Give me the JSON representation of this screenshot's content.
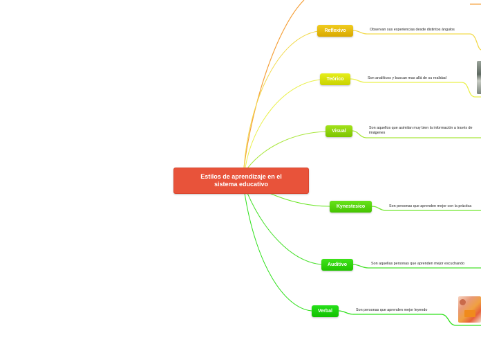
{
  "central": {
    "title": "Estilos de aprendizaje en el sistema educativo",
    "color": "#e8533a"
  },
  "branches": [
    {
      "label": "Reflexivo",
      "color": "#e0b400",
      "line": "#f2d94a",
      "description": "Observan sus experiencias desde distintos ángulos"
    },
    {
      "label": "Teórico",
      "color": "#d7df00",
      "line": "#eaf04a",
      "description": "Son analíticos y buscan mas allá de su realidad"
    },
    {
      "label": "Visual",
      "color": "#8fd400",
      "line": "#a8e63a",
      "description": "Son aquellos que asimilan muy bien la información a través de imágenes"
    },
    {
      "label": "Kynestesico",
      "color": "#55d400",
      "line": "#6ee62a",
      "description": "Son personas que aprenden mejor con la práctica"
    },
    {
      "label": "Auditivo",
      "color": "#2fd400",
      "line": "#46e02a",
      "description": "Son aquellas personas que aprenden mejor escuchando"
    },
    {
      "label": "Verbal",
      "color": "#19d000",
      "line": "#2ee01a",
      "description": "Son personas que aprenden mejor leyendo"
    }
  ],
  "offscreen_branch_line": "#f5a03a"
}
